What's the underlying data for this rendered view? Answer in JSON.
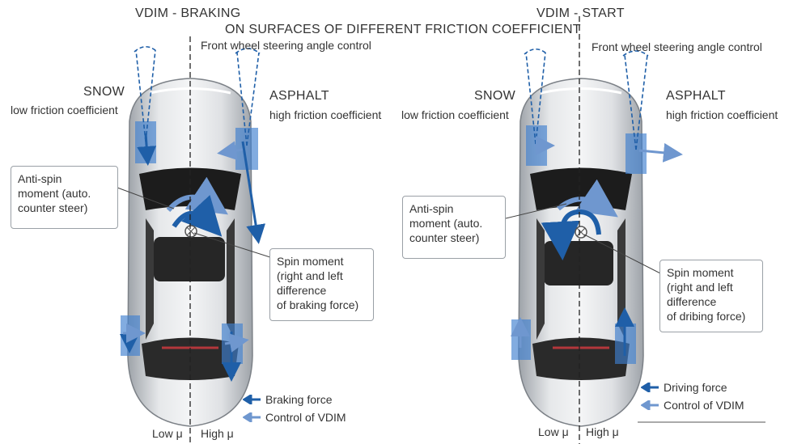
{
  "left": {
    "title": "VDIM -  BRAKING",
    "subtitle": "ON SURFACES OF DIFFERENT FRICTION COEFFICIENT",
    "steering": "Front wheel steering angle control",
    "snow": "SNOW",
    "snow_sub": "low friction coefficient",
    "asphalt": "ASPHALT",
    "asphalt_sub": "high friction coefficient",
    "antispin": [
      "Anti-spin",
      "moment (auto.",
      "counter steer)"
    ],
    "spin": [
      "Spin moment",
      "(right and left",
      "difference",
      "of braking force)"
    ],
    "legend_force": "Braking force",
    "legend_vdim": "Control of VDIM",
    "low_mu": "Low μ",
    "high_mu": "High μ"
  },
  "right": {
    "title": "VDIM - START",
    "steering": "Front wheel steering angle control",
    "snow": "SNOW",
    "snow_sub": "low friction coefficient",
    "asphalt": "ASPHALT",
    "asphalt_sub": "high friction coefficient",
    "antispin": [
      "Anti-spin",
      "moment (auto.",
      "counter steer)"
    ],
    "spin": [
      "Spin moment",
      "(right and left",
      "difference",
      "of dribing force)"
    ],
    "legend_force": "Driving force",
    "legend_vdim": "Control of VDIM",
    "low_mu": "Low μ",
    "high_mu": "High μ"
  },
  "colors": {
    "dark_arrow": "#1f5fa8",
    "light_arrow": "#6f97cf",
    "tire_box": "#3f7fcf",
    "car_body": "#c9cdd2"
  }
}
